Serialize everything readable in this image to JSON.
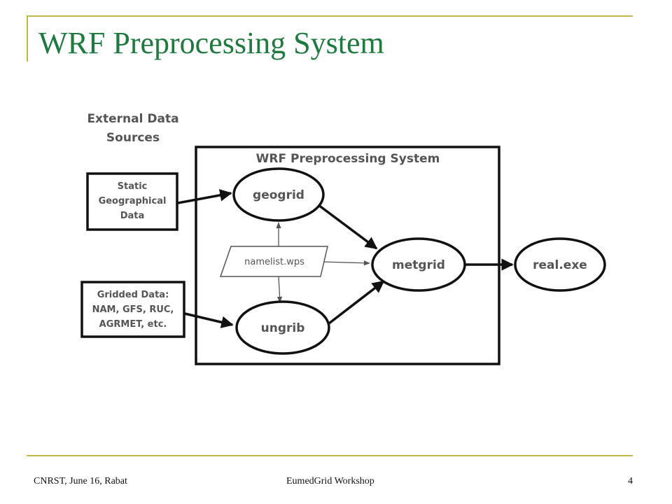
{
  "slide": {
    "title": "WRF Preprocessing System",
    "footer_left": "CNRST, June 16, Rabat",
    "footer_center": "EumedGrid Workshop",
    "page_number": "4",
    "accent_color": "#c2b74a",
    "title_color": "#1e7a3e"
  },
  "diagram": {
    "external_label_line1": "External Data",
    "external_label_line2": "Sources",
    "system_label": "WRF Preprocessing System",
    "static_data": [
      "Static",
      "Geographical",
      "Data"
    ],
    "gridded_data": [
      "Gridded Data:",
      "NAM, GFS, RUC,",
      "AGRMET, etc."
    ],
    "geogrid": "geogrid",
    "ungrib": "ungrib",
    "metgrid": "metgrid",
    "namelist": "namelist.wps",
    "real_exe": "real.exe"
  }
}
